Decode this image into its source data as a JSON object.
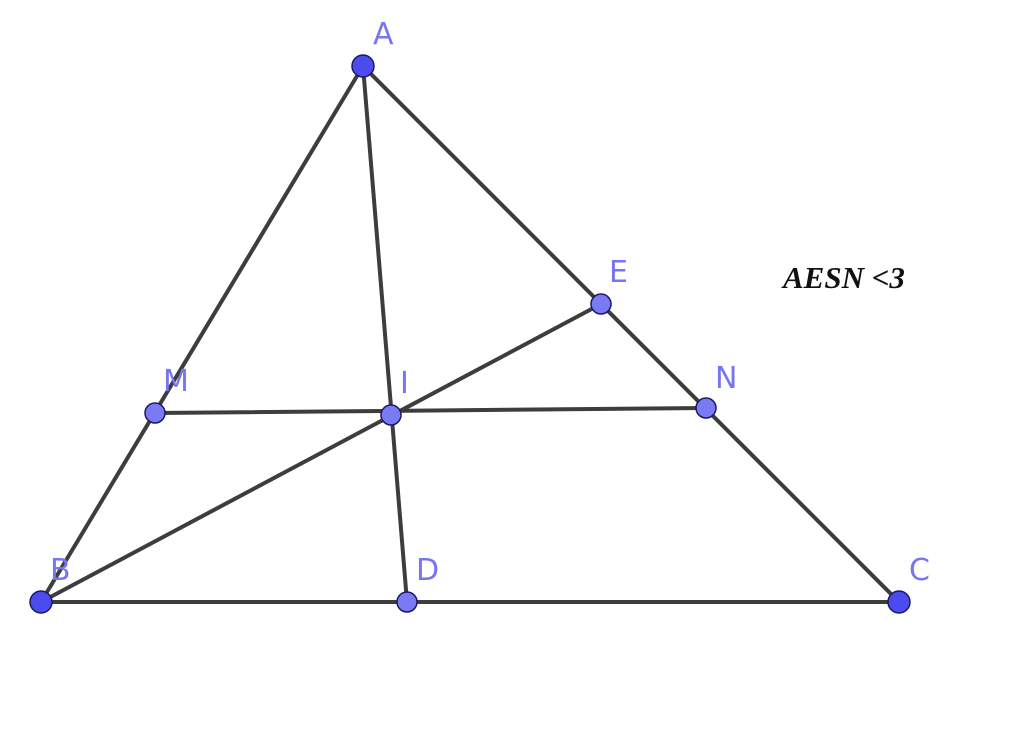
{
  "diagram": {
    "annotation": "AESN <3",
    "colors": {
      "segment": "#3d3d3d",
      "point_free": "#4b4bf0",
      "point_dependent": "#7a7af5",
      "label": "#7676f0"
    },
    "points": [
      {
        "id": "A",
        "label": "A",
        "kind": "free"
      },
      {
        "id": "B",
        "label": "B",
        "kind": "free"
      },
      {
        "id": "C",
        "label": "C",
        "kind": "free"
      },
      {
        "id": "D",
        "label": "D",
        "kind": "dependent"
      },
      {
        "id": "E",
        "label": "E",
        "kind": "dependent"
      },
      {
        "id": "I",
        "label": "I",
        "kind": "dependent"
      },
      {
        "id": "M",
        "label": "M",
        "kind": "dependent"
      },
      {
        "id": "N",
        "label": "N",
        "kind": "dependent"
      }
    ],
    "segments": [
      {
        "from": "A",
        "to": "B"
      },
      {
        "from": "A",
        "to": "C"
      },
      {
        "from": "B",
        "to": "C"
      },
      {
        "from": "A",
        "to": "D"
      },
      {
        "from": "B",
        "to": "E"
      },
      {
        "from": "M",
        "to": "N"
      }
    ]
  }
}
